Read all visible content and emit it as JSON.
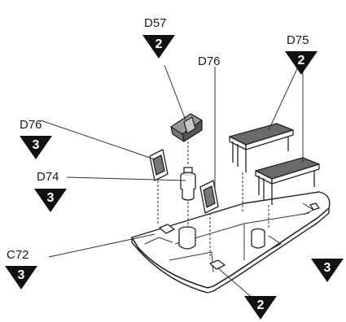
{
  "callouts": [
    {
      "id": "d57",
      "code": "D57",
      "step": "2"
    },
    {
      "id": "d75",
      "code": "D75",
      "step": "2"
    },
    {
      "id": "d76a",
      "code": "D76",
      "step": ""
    },
    {
      "id": "d76b",
      "code": "D76",
      "step": "3"
    },
    {
      "id": "d74",
      "code": "D74",
      "step": "3"
    },
    {
      "id": "c72",
      "code": "C72",
      "step": "3"
    }
  ],
  "extra_badges": [
    {
      "id": "right",
      "step": "3"
    },
    {
      "id": "bottom",
      "step": "2"
    }
  ]
}
